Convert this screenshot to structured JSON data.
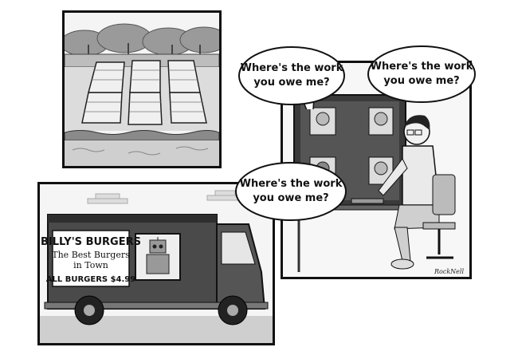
{
  "speech_bubbles": [
    {
      "line1": "Where's the work",
      "line2": "you owe me?"
    },
    {
      "line1": "Where's the work",
      "line2": "you owe me?"
    },
    {
      "line1": "Where's the work",
      "line2": "you owe me?"
    }
  ],
  "truck_sign": {
    "title": "BILLY'S BURGERS",
    "subtitle_line1": "The Best Burgers",
    "subtitle_line2": "in Town",
    "price": "ALL BURGERS $4.99"
  },
  "signature": "RockNell"
}
